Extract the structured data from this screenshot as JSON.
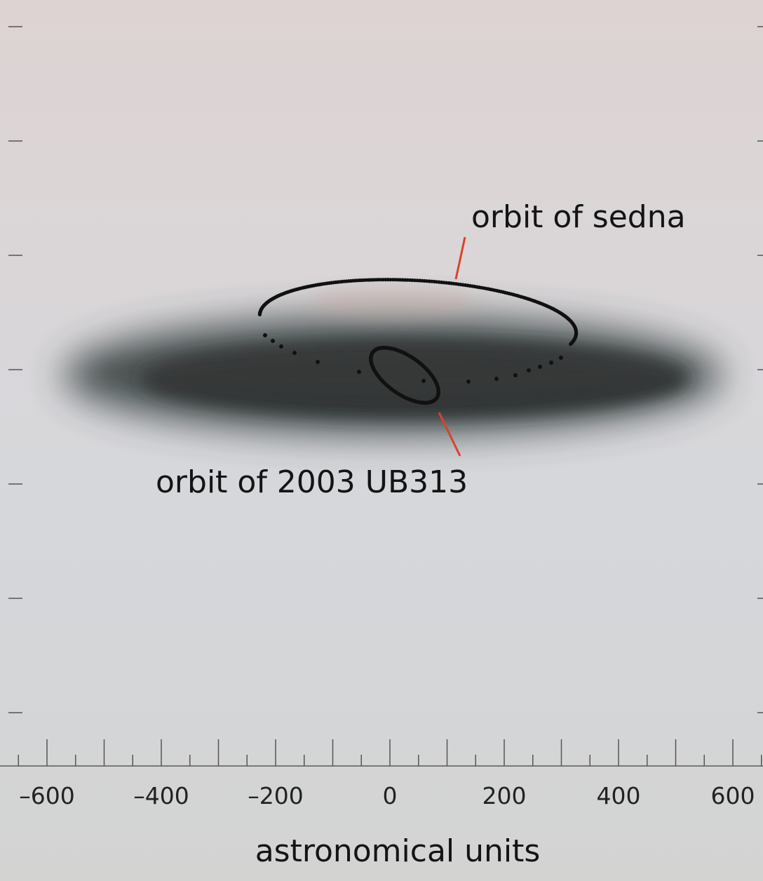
{
  "chart_data": {
    "type": "scatter",
    "xlabel": "astronomical units",
    "xlim": [
      -670,
      650
    ],
    "x_tick_labels": [
      -600,
      -400,
      -200,
      0,
      200,
      400,
      600
    ],
    "x_minor_step": 50,
    "ylim": [
      -620,
      680
    ],
    "y_ticks": [
      600,
      400,
      200,
      0,
      -200,
      -400,
      -600
    ],
    "grid": false,
    "legend": "none",
    "background_disk": {
      "description_free": true,
      "x_range": [
        -600,
        600
      ],
      "color": "#2c3133"
    },
    "annotations": [
      {
        "text": "orbit of sedna",
        "color_leader": "#d8432e"
      },
      {
        "text": "orbit of 2003 UB313",
        "color_leader": "#d8432e"
      }
    ],
    "series": [
      {
        "name": "orbit of sedna",
        "color": "#111111",
        "points": [
          [
            -220,
            80
          ],
          [
            -210,
            66
          ],
          [
            -195,
            57
          ],
          [
            -170,
            35
          ],
          [
            -135,
            10
          ],
          [
            -120,
            23
          ],
          [
            -90,
            12
          ],
          [
            -50,
            30
          ],
          [
            -10,
            110
          ],
          [
            40,
            155
          ],
          [
            110,
            150
          ],
          [
            200,
            125
          ],
          [
            280,
            90
          ],
          [
            320,
            50
          ],
          [
            315,
            30
          ],
          [
            290,
            5
          ],
          [
            250,
            -10
          ],
          [
            210,
            -20
          ],
          [
            190,
            -15
          ],
          [
            140,
            -20
          ],
          [
            110,
            -20
          ]
        ]
      },
      {
        "name": "orbit of 2003 UB313",
        "color": "#111111",
        "points": [
          [
            -30,
            20
          ],
          [
            10,
            35
          ],
          [
            60,
            10
          ],
          [
            85,
            -30
          ],
          [
            70,
            -60
          ],
          [
            40,
            -55
          ],
          [
            10,
            -30
          ],
          [
            -20,
            -5
          ],
          [
            60,
            -20
          ]
        ]
      }
    ],
    "legend_colors": {
      "axis": "#555555"
    }
  }
}
